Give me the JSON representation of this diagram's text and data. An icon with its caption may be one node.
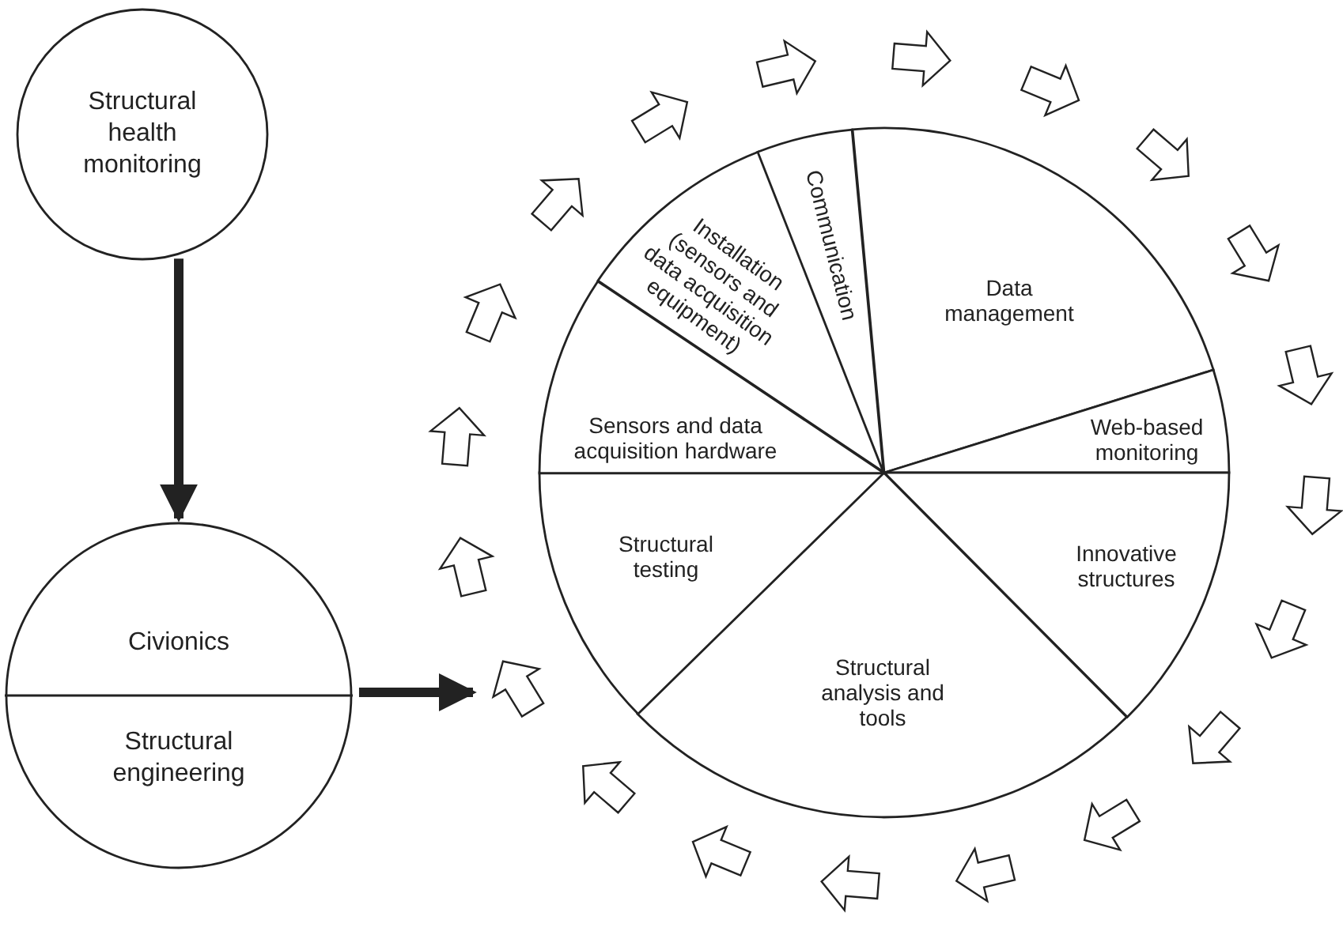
{
  "diagram": {
    "nodes": [
      {
        "text": [
          "Structural health monitoring"
        ]
      },
      {
        "text": [
          "Civionics",
          "Structural engineering"
        ]
      },
      {
        "text": [],
        "shape": "circle"
      },
      {
        "text": [
          "Installation (sensors and data acquisition equipment)"
        ],
        "in": 2
      },
      {
        "text": [
          "Communication"
        ],
        "in": 2
      },
      {
        "text": [
          "Data management"
        ],
        "in": 2
      },
      {
        "text": [
          "Web-based monitoring"
        ],
        "in": 2
      },
      {
        "text": [
          "Innovative structures"
        ],
        "in": 2
      },
      {
        "text": [
          "Structural analysis and tools"
        ],
        "in": 2
      },
      {
        "text": [
          "Structural testing"
        ],
        "in": 2
      },
      {
        "text": [
          "Sensors and data acquisition hardware"
        ],
        "in": 2
      }
    ],
    "edges": [
      {
        "from": 0,
        "to": 1,
        "arrow": "to"
      },
      {
        "from": 1,
        "to": 2,
        "arrow": "to"
      }
    ]
  }
}
